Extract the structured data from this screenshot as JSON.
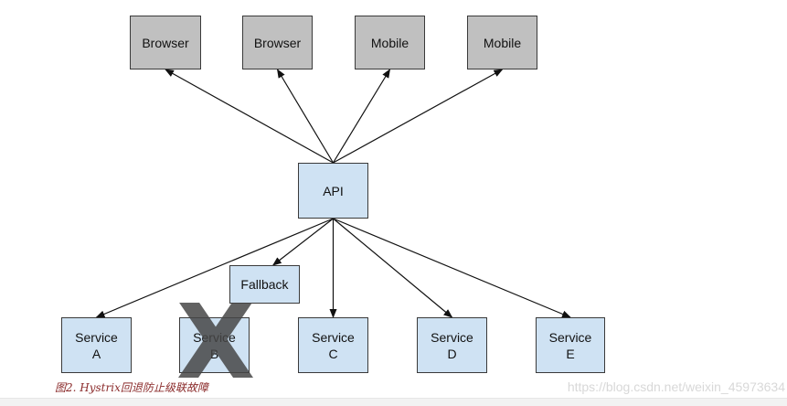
{
  "clients": [
    {
      "label": "Browser"
    },
    {
      "label": "Browser"
    },
    {
      "label": "Mobile"
    },
    {
      "label": "Mobile"
    }
  ],
  "api": {
    "label": "API"
  },
  "fallback": {
    "label": "Fallback"
  },
  "services": [
    {
      "label": "Service\nA"
    },
    {
      "label": "Service\nB",
      "failed": true
    },
    {
      "label": "Service\nC"
    },
    {
      "label": "Service\nD"
    },
    {
      "label": "Service\nE"
    }
  ],
  "failure_marker": "X",
  "edges": [
    {
      "from": "api",
      "to": "client-0"
    },
    {
      "from": "api",
      "to": "client-1"
    },
    {
      "from": "api",
      "to": "client-2"
    },
    {
      "from": "api",
      "to": "client-3"
    },
    {
      "from": "api",
      "to": "fallback"
    },
    {
      "from": "api",
      "to": "service-0"
    },
    {
      "from": "api",
      "to": "service-2"
    },
    {
      "from": "api",
      "to": "service-3"
    },
    {
      "from": "api",
      "to": "service-4"
    }
  ],
  "caption": "图2. Hystrix回退防止级联故障",
  "watermark": "https://blog.csdn.net/weixin_45973634",
  "colors": {
    "client_fill": "#c0c0c0",
    "service_fill": "#cfe2f3",
    "node_border": "#3a3a3a",
    "edge": "#111111",
    "caption": "#8a2a2a"
  }
}
